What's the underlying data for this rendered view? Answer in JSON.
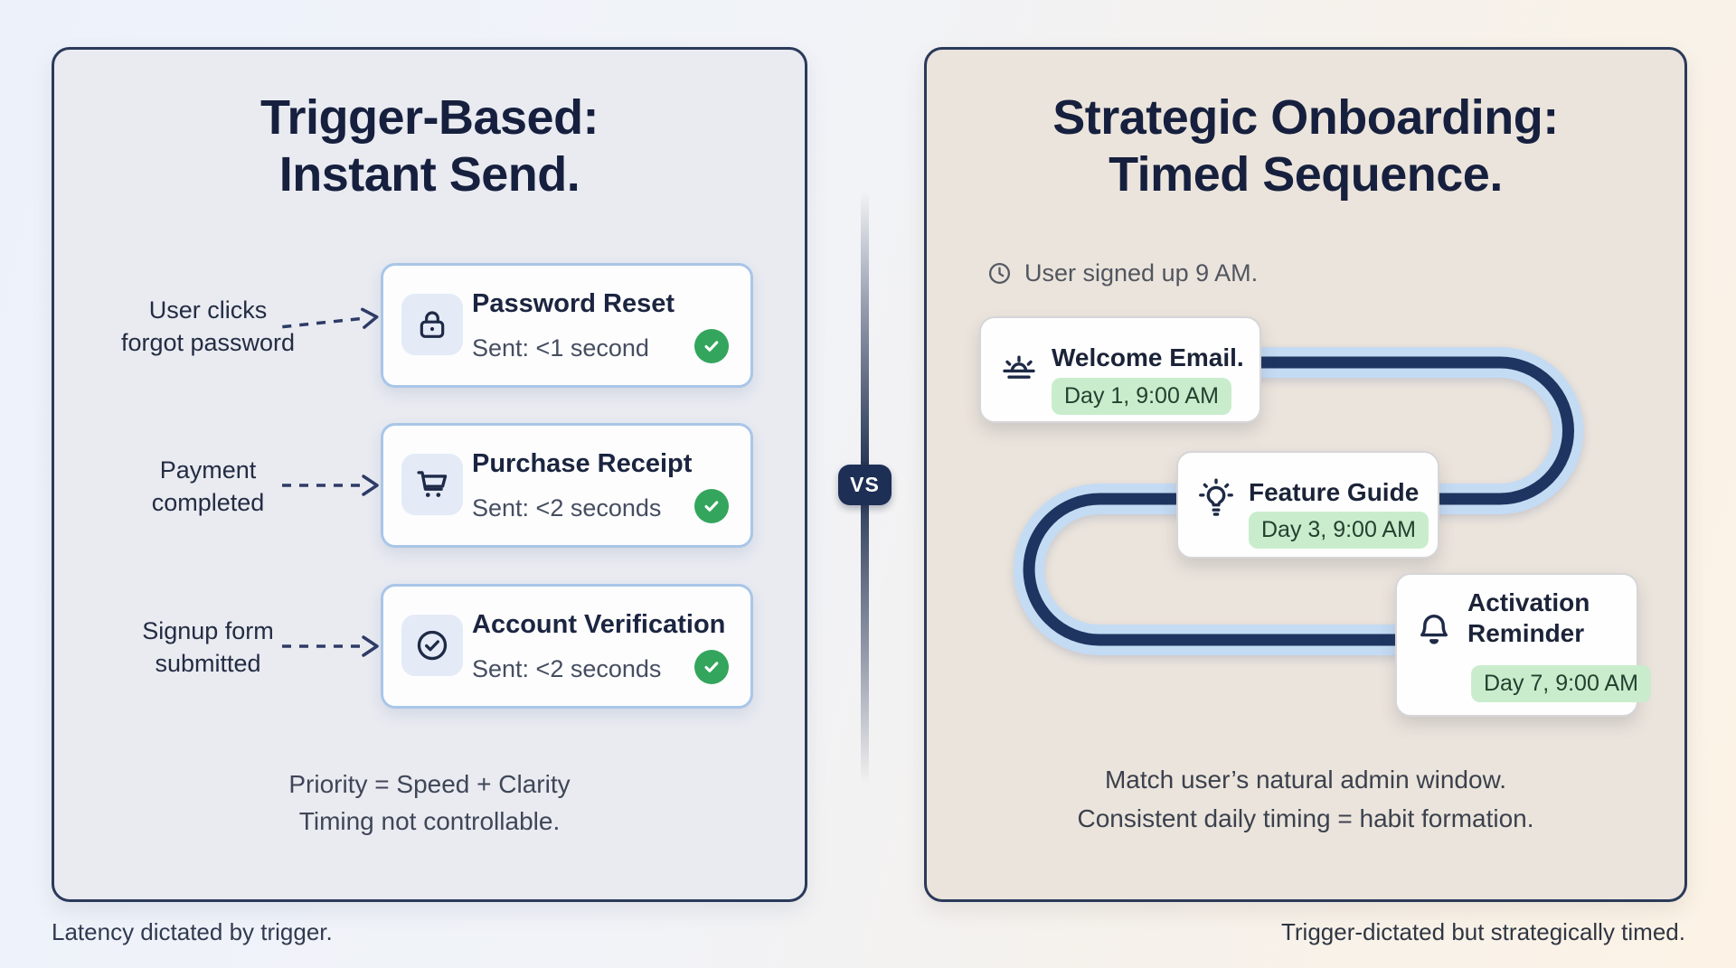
{
  "page": {
    "vs_label": "VS",
    "left_caption": "Latency dictated by trigger.",
    "right_caption": "Trigger-dictated but strategically timed."
  },
  "left_panel": {
    "title_line1": "Trigger-Based:",
    "title_line2": "Instant Send.",
    "rows": [
      {
        "trigger_line1": "User clicks",
        "trigger_line2": "forgot password",
        "icon": "lock-icon",
        "title": "Password Reset",
        "status": "Sent: <1 second"
      },
      {
        "trigger_line1": "Payment",
        "trigger_line2": "completed",
        "icon": "cart-icon",
        "title": "Purchase Receipt",
        "status": "Sent: <2 seconds"
      },
      {
        "trigger_line1": "Signup form",
        "trigger_line2": "submitted",
        "icon": "circle-check-icon",
        "title": "Account Verification",
        "status": "Sent: <2 seconds"
      }
    ],
    "summary_line1": "Priority = Speed + Clarity",
    "summary_line2": "Timing not controllable."
  },
  "right_panel": {
    "title_line1": "Strategic Onboarding:",
    "title_line2": "Timed Sequence.",
    "signup_note": "User signed up 9 AM.",
    "steps": [
      {
        "icon": "sunrise-icon",
        "title": "Welcome Email.",
        "badge": "Day 1, 9:00 AM"
      },
      {
        "icon": "lightbulb-icon",
        "title": "Feature Guide",
        "badge": "Day 3, 9:00 AM"
      },
      {
        "icon": "bell-icon",
        "title": "Activation Reminder",
        "badge": "Day 7, 9:00 AM"
      }
    ],
    "summary_line1": "Match user’s natural admin window.",
    "summary_line2": "Consistent daily timing = habit formation."
  },
  "colors": {
    "navy_text": "#16203e",
    "panel_border": "#2b3a5a",
    "left_panel_bg": "#e9ebf1",
    "right_panel_bg": "#ebe4dc",
    "card_border_blue": "#a9c6e8",
    "icon_tile_bg": "#e4ebf7",
    "check_green": "#34a55d",
    "badge_green_bg": "#c9edcc",
    "path_casing_blue": "#c4dbf4",
    "path_core_navy": "#1d3560",
    "vs_badge_bg": "#1d2f55"
  }
}
